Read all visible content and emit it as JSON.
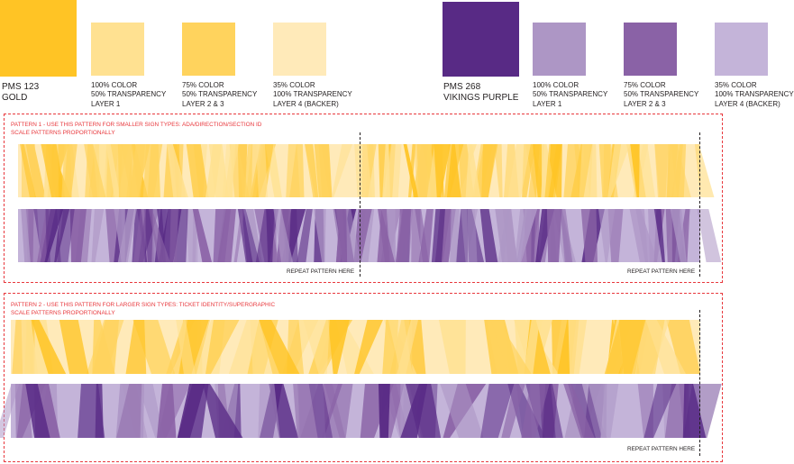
{
  "colors": {
    "gold": "#ffc425",
    "gold_75": "#ffd35d",
    "gold_50": "#ffe191",
    "gold_35": "#ffeab9",
    "purple": "#582a85",
    "purple_75": "#8a62a6",
    "purple_50": "#ad96c5",
    "purple_35": "#c4b4d9",
    "dash_red": "#e8383d"
  },
  "gold_group": {
    "main": {
      "line1": "PMS 123",
      "line2": "GOLD"
    },
    "variants": [
      {
        "line1": "100% COLOR",
        "line2": "50% TRANSPARENCY",
        "line3": "LAYER 1"
      },
      {
        "line1": "75% COLOR",
        "line2": "50% TRANSPARENCY",
        "line3": "LAYER 2 & 3"
      },
      {
        "line1": "35% COLOR",
        "line2": "100% TRANSPARENCY",
        "line3": "LAYER 4 (BACKER)"
      }
    ]
  },
  "purple_group": {
    "main": {
      "line1": "PMS 268",
      "line2": "VIKINGS PURPLE"
    },
    "variants": [
      {
        "line1": "100% COLOR",
        "line2": "50% TRANSPARENCY",
        "line3": "LAYER 1"
      },
      {
        "line1": "75% COLOR",
        "line2": "50% TRANSPARENCY",
        "line3": "LAYER 2 & 3"
      },
      {
        "line1": "35% COLOR",
        "line2": "100% TRANSPARENCY",
        "line3": "LAYER 4 (BACKER)"
      }
    ]
  },
  "pattern1": {
    "title": "PATTERN 1 - USE THIS PATTERN FOR SMALLER SIGN TYPES: ADA/DIRECTION/SECTION ID",
    "subtitle": "SCALE PATTERNS PROPORTIONALLY",
    "repeat_label": "REPEAT PATTERN HERE"
  },
  "pattern2": {
    "title": "PATTERN 2 - USE THIS PATTERN FOR LARGER SIGN TYPES: TICKET IDENTITY/SUPERGRAPHIC",
    "subtitle": "SCALE PATTERNS PROPORTIONALLY",
    "repeat_label": "REPEAT PATTERN HERE"
  }
}
